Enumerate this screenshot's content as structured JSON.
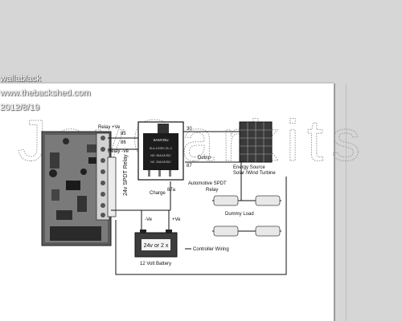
{
  "watermark": {
    "user": "wallablack",
    "site": "www.thebackshed.com",
    "date": "2012/8/19"
  },
  "background_text": "JayCarkits",
  "board": {
    "rotated_label": "24v SPDT Relay"
  },
  "relay": {
    "brand": "SANYOU",
    "line1": "SLA-12VDC-SL-C",
    "line2": "NO: 30A/14VDC",
    "line3": "NC: 20A/14VDC",
    "pin_30": "30",
    "pin_85": "85",
    "pin_86": "86",
    "pin_87": "87",
    "pin_87a": "87a",
    "caption_line1": "Automotive SPDT",
    "caption_line2": "Relay"
  },
  "labels": {
    "relay_pos": "Relay +Ve",
    "relay_neg": "Relay -Ve",
    "dump": "Dump",
    "charge": "Charge",
    "neg": "-Ve",
    "pos": "+Ve",
    "dummy_load": "Dummy Load",
    "controller_wiring": "Controller Wiring",
    "energy_source_line1": "Energy Source",
    "energy_source_line2": "Solar /Wind Turbine"
  },
  "battery": {
    "marking": "24v or 2 x",
    "caption": "12 Volt Battery"
  }
}
